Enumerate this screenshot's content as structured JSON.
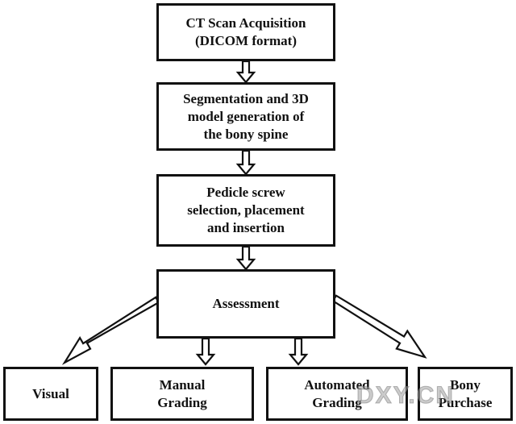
{
  "nodes": {
    "ct_scan": "CT Scan Acquisition\n(DICOM format)",
    "segmentation": "Segmentation and 3D\nmodel generation of\nthe bony spine",
    "pedicle": "Pedicle screw\nselection, placement\nand insertion",
    "assessment": "Assessment",
    "visual": "Visual",
    "manual": "Manual\nGrading",
    "automated": "Automated\nGrading",
    "bony": "Bony\nPurchase"
  },
  "watermark": "DXY.CN",
  "colors": {
    "stroke": "#111111",
    "background": "#ffffff"
  }
}
